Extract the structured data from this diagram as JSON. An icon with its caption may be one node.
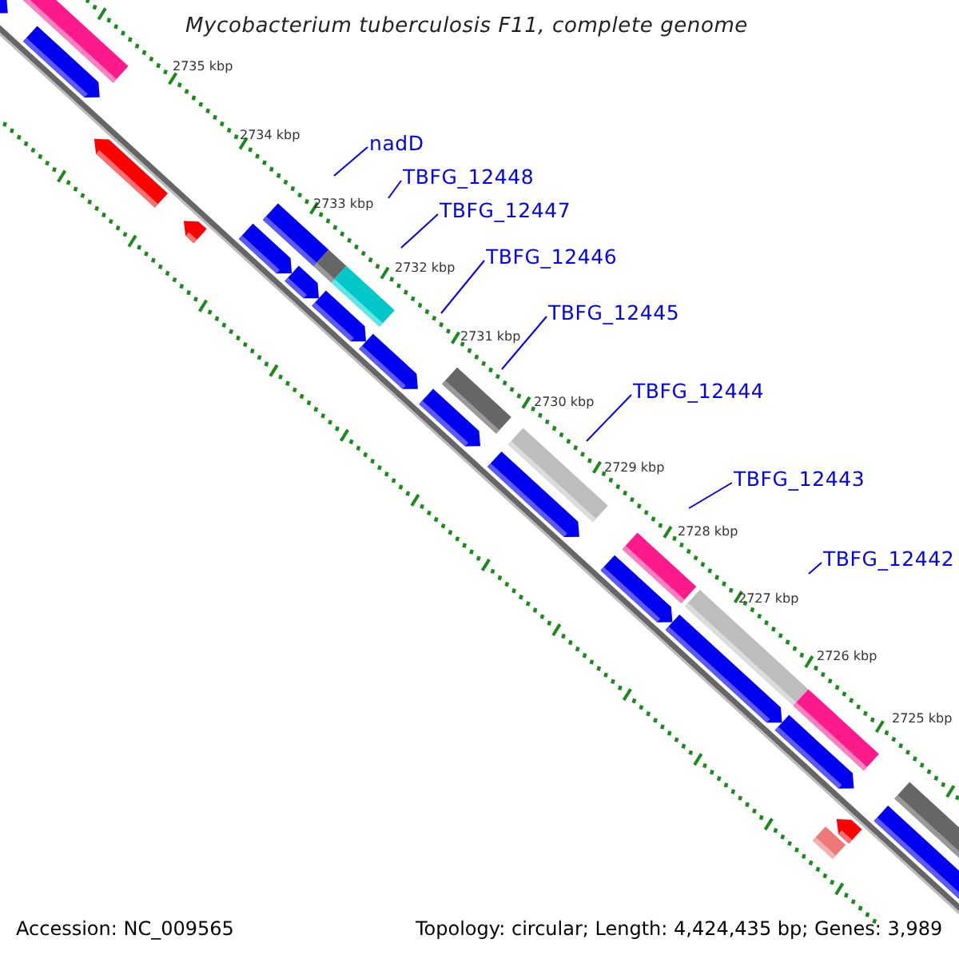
{
  "diagram": {
    "title": "Mycobacterium tuberculosis F11, complete genome",
    "nodes": [
      {
        "text": [
          "nadD"
        ]
      },
      {
        "text": [
          "TBFG_12448"
        ]
      },
      {
        "text": [
          "TBFG_12447"
        ]
      },
      {
        "text": [
          "TBFG_12446"
        ]
      },
      {
        "text": [
          "TBFG_12445"
        ]
      },
      {
        "text": [
          "TBFG_12444"
        ]
      },
      {
        "text": [
          "TBFG_12443"
        ]
      },
      {
        "text": [
          "TBFG_12442"
        ]
      }
    ],
    "edges": [
      {
        "from": 0,
        "to": null,
        "arrow": "none"
      },
      {
        "from": 1,
        "to": null,
        "arrow": "none"
      },
      {
        "from": 2,
        "to": null,
        "arrow": "none"
      },
      {
        "from": 3,
        "to": null,
        "arrow": "none"
      },
      {
        "from": 4,
        "to": null,
        "arrow": "none"
      },
      {
        "from": 5,
        "to": null,
        "arrow": "none"
      },
      {
        "from": 6,
        "to": null,
        "arrow": "none"
      },
      {
        "from": 7,
        "to": null,
        "arrow": "none"
      }
    ],
    "labels": [
      "2735 kbp",
      "2734 kbp",
      "2733 kbp",
      "2732 kbp",
      "2731 kbp",
      "2730 kbp",
      "2729 kbp",
      "2728 kbp",
      "2727 kbp",
      "2726 kbp",
      "2725 kbp",
      "Accession: NC_009565",
      "Topology: circular; Length: 4,424,435 bp; Genes: 3,989"
    ]
  }
}
